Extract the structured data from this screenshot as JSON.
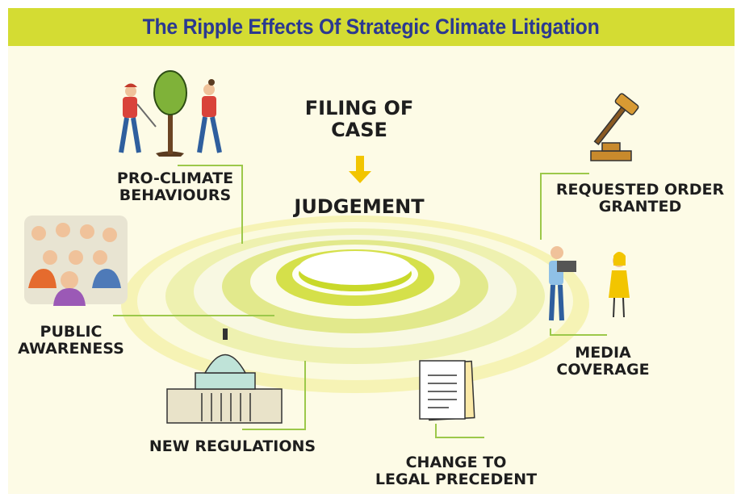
{
  "title": "The Ripple Effects Of Strategic Climate Litigation",
  "center": {
    "filing": [
      "FILING OF",
      "CASE"
    ],
    "judgement": "JUDGEMENT"
  },
  "effects": {
    "pro_climate": [
      "PRO-CLIMATE",
      "BEHAVIOURS"
    ],
    "public_awareness": [
      "PUBLIC",
      "AWARENESS"
    ],
    "new_regulations": "NEW REGULATIONS",
    "legal_precedent": [
      "CHANGE TO",
      "LEGAL PRECEDENT"
    ],
    "media_coverage": [
      "MEDIA",
      "COVERAGE"
    ],
    "requested_order": [
      "REQUESTED ORDER",
      "GRANTED"
    ]
  },
  "colors": {
    "title_bg": "#d4dc33",
    "title_text": "#2b3990",
    "canvas_bg": "#fdfbe6",
    "ripple_yellow": "#f5f3a0",
    "ripple_green": "#c9d92a",
    "connector": "#9cc84a",
    "arrow": "#f2c500"
  }
}
